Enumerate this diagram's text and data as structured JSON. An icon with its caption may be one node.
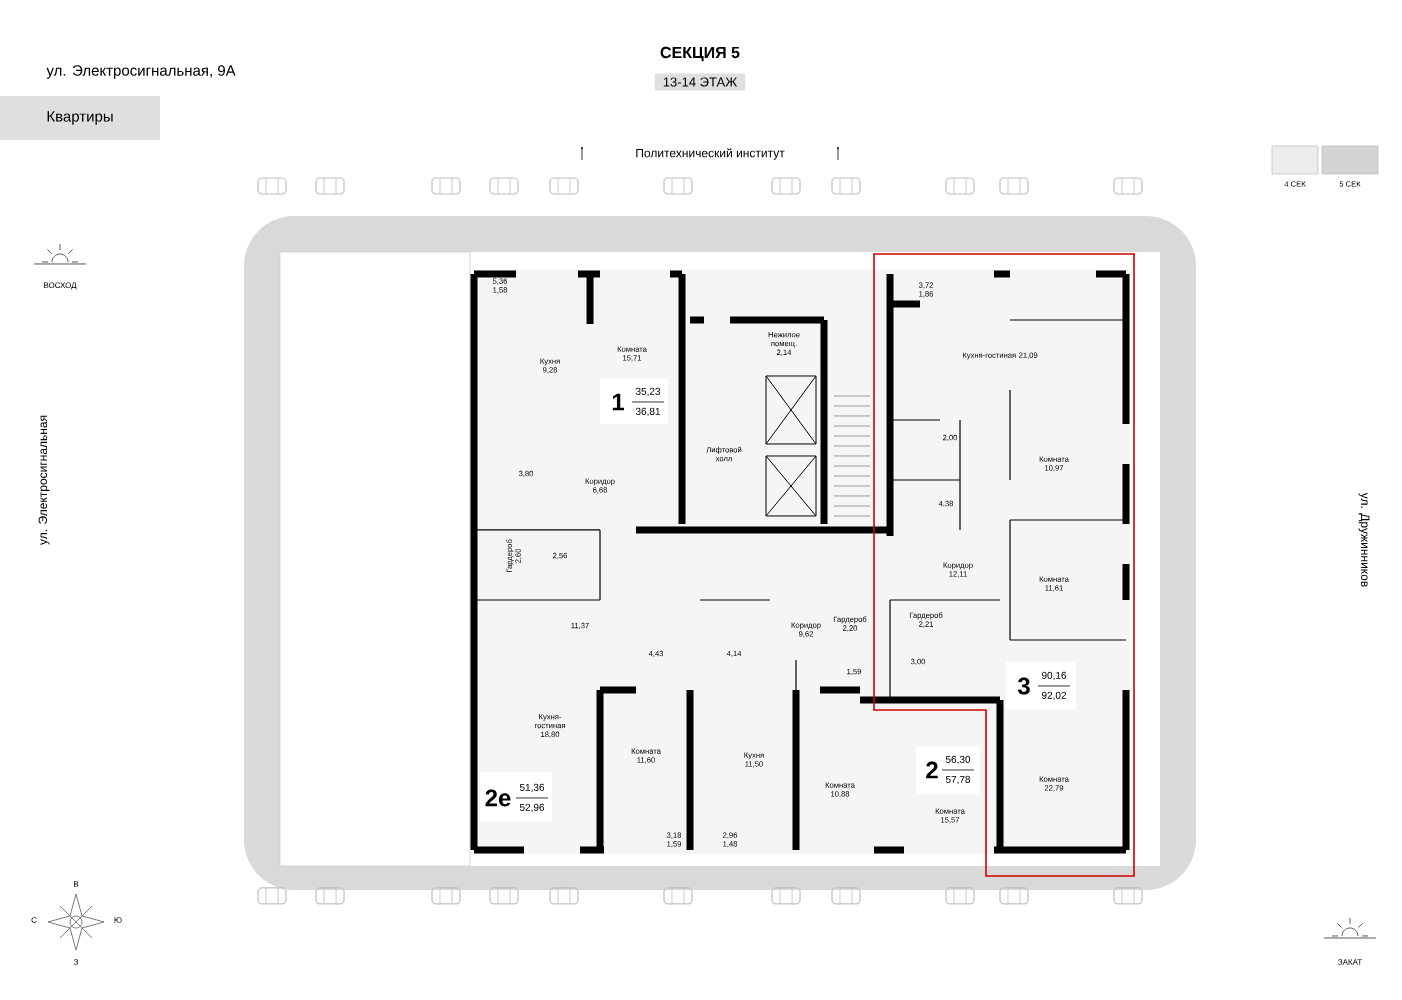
{
  "diagram": {
    "title": "СЕКЦИЯ 5",
    "nodes": [
      {
        "text": [
          "Квартиры"
        ]
      },
      {
        "text": [
          "13-14 ЭТАЖ"
        ]
      }
    ],
    "labels": [
      "ул. Электросигнальная, 9А",
      "Политехнический институт",
      "ВОСХОД",
      "ул. Электросигнальная",
      "5,36 1,58",
      "Кухня 9,28",
      "Комната 15,71",
      "1",
      "35,23",
      "36,81",
      "Нежилое помещ. 2,14",
      "Лифтовой холл",
      "3,80",
      "Коридор 6,68",
      "Гардероб 2,60",
      "2,56",
      "3,72 1,86",
      "Кухня-гостиная 21,09",
      "2,00",
      "Комната 10,97",
      "4,38",
      "ул. Дружинников",
      "Коридор 12,11",
      "Комната 11,61",
      "Гардероб 2,20",
      "Гардероб 2,21",
      "11,37",
      "Коридор 9,62",
      "4,43",
      "4,14",
      "1,59",
      "3,00",
      "3",
      "90,16",
      "92,02",
      "Кухня-гостиная 18,80",
      "Комната 11,60",
      "Кухня 11,50",
      "2",
      "56,30",
      "57,78",
      "Комната 22,79",
      "Комната 10,88",
      "2е",
      "51,36",
      "52,96",
      "Комната 15,57",
      "3,18 1,59",
      "2,96 1,48",
      "В",
      "С",
      "Ю",
      "З",
      "ЗАКАТ"
    ],
    "legend": [
      {
        "text": "4 СЕК",
        "color": "#ececec"
      },
      {
        "text": "5 СЕК",
        "color": "#d4d4d4"
      }
    ]
  }
}
